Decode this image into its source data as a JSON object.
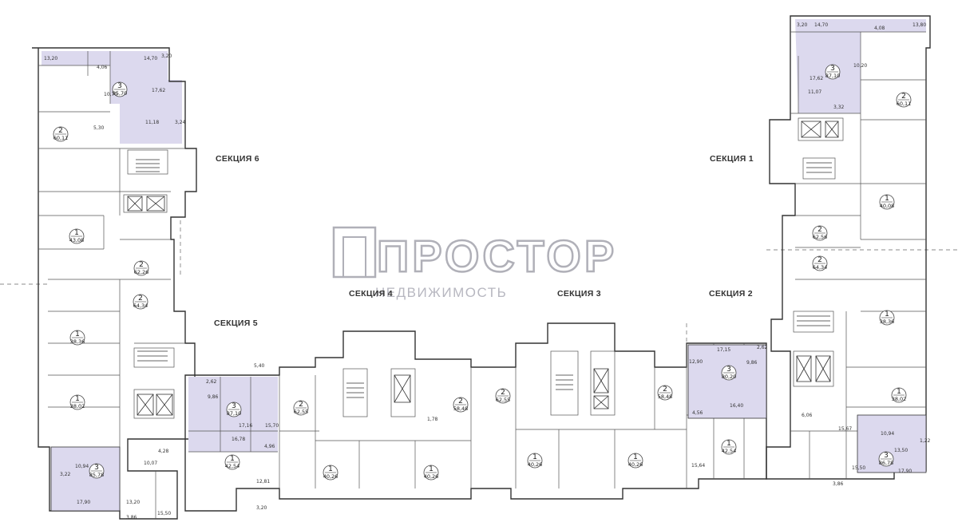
{
  "sections": [
    {
      "id": "s6",
      "label": "СЕКЦИЯ 6"
    },
    {
      "id": "s1",
      "label": "СЕКЦИЯ 1"
    },
    {
      "id": "s4",
      "label": "СЕКЦИЯ 4"
    },
    {
      "id": "s3",
      "label": "СЕКЦИЯ 3"
    },
    {
      "id": "s2",
      "label": "СЕКЦИЯ 2"
    },
    {
      "id": "s5",
      "label": "СЕКЦИЯ 5"
    }
  ],
  "watermark": {
    "title": "ПРОСТОР",
    "subtitle": "НЕДВИЖИМОСТЬ"
  },
  "apartments": [
    {
      "id": "a1",
      "rooms": "3",
      "area": "85,70",
      "highlight": true
    },
    {
      "id": "a2",
      "rooms": "2",
      "area": "60,11",
      "highlight": false
    },
    {
      "id": "a3",
      "rooms": "1",
      "area": "43,08",
      "highlight": false
    },
    {
      "id": "a4",
      "rooms": "2",
      "area": "62,26",
      "highlight": false
    },
    {
      "id": "a5",
      "rooms": "2",
      "area": "64,34",
      "highlight": false
    },
    {
      "id": "a6",
      "rooms": "1",
      "area": "38,36",
      "highlight": false
    },
    {
      "id": "a7",
      "rooms": "1",
      "area": "38,02",
      "highlight": false
    },
    {
      "id": "a8",
      "rooms": "3",
      "area": "85,78",
      "highlight": true
    },
    {
      "id": "a9",
      "rooms": "3",
      "area": "87,10",
      "highlight": true
    },
    {
      "id": "a10",
      "rooms": "1",
      "area": "42,54",
      "highlight": false
    },
    {
      "id": "a11",
      "rooms": "2",
      "area": "62,55",
      "highlight": false
    },
    {
      "id": "a12",
      "rooms": "2",
      "area": "58,48",
      "highlight": false
    },
    {
      "id": "a13",
      "rooms": "1",
      "area": "40,26",
      "highlight": false
    },
    {
      "id": "a14",
      "rooms": "1",
      "area": "40,26",
      "highlight": false
    },
    {
      "id": "a15",
      "rooms": "2",
      "area": "62,55",
      "highlight": false
    },
    {
      "id": "a16",
      "rooms": "2",
      "area": "58,48",
      "highlight": false
    },
    {
      "id": "a17",
      "rooms": "1",
      "area": "40,26",
      "highlight": false
    },
    {
      "id": "a18",
      "rooms": "1",
      "area": "40,26",
      "highlight": false
    },
    {
      "id": "a19",
      "rooms": "3",
      "area": "80,20",
      "highlight": true
    },
    {
      "id": "a20",
      "rooms": "1",
      "area": "42,54",
      "highlight": false
    },
    {
      "id": "a21",
      "rooms": "3",
      "area": "86,78",
      "highlight": true
    },
    {
      "id": "a22",
      "rooms": "1",
      "area": "38,02",
      "highlight": false
    },
    {
      "id": "a23",
      "rooms": "1",
      "area": "38,36",
      "highlight": false
    },
    {
      "id": "a24",
      "rooms": "2",
      "area": "64,34",
      "highlight": false
    },
    {
      "id": "a25",
      "rooms": "2",
      "area": "62,56",
      "highlight": false
    },
    {
      "id": "a26",
      "rooms": "1",
      "area": "40,08",
      "highlight": false
    },
    {
      "id": "a27",
      "rooms": "2",
      "area": "60,11",
      "highlight": false
    },
    {
      "id": "a28",
      "rooms": "3",
      "area": "87,10",
      "highlight": true
    }
  ],
  "room_labels": [
    {
      "id": "r1",
      "text": "13,20"
    },
    {
      "id": "r2",
      "text": "14,70"
    },
    {
      "id": "r3",
      "text": "4,06"
    },
    {
      "id": "r4",
      "text": "3,20"
    },
    {
      "id": "r5",
      "text": "10,70"
    },
    {
      "id": "r6",
      "text": "17,62"
    },
    {
      "id": "r7",
      "text": "5,30"
    },
    {
      "id": "r8",
      "text": "11,18"
    },
    {
      "id": "r9",
      "text": "3,24"
    },
    {
      "id": "r10",
      "text": "10,07"
    },
    {
      "id": "r11",
      "text": "4,28"
    },
    {
      "id": "r12",
      "text": "3,22"
    },
    {
      "id": "r13",
      "text": "10,94"
    },
    {
      "id": "r14",
      "text": "17,90"
    },
    {
      "id": "r15",
      "text": "13,20"
    },
    {
      "id": "r16",
      "text": "3,86"
    },
    {
      "id": "r17",
      "text": "15,50"
    },
    {
      "id": "r18",
      "text": "2,62"
    },
    {
      "id": "r19",
      "text": "5,40"
    },
    {
      "id": "r20",
      "text": "9,86"
    },
    {
      "id": "r21",
      "text": "17,16"
    },
    {
      "id": "r22",
      "text": "15,70"
    },
    {
      "id": "r23",
      "text": "16,78"
    },
    {
      "id": "r24",
      "text": "4,96"
    },
    {
      "id": "r25",
      "text": "12,81"
    },
    {
      "id": "r26",
      "text": "3,20"
    },
    {
      "id": "r27",
      "text": "12,90"
    },
    {
      "id": "r28",
      "text": "17,15"
    },
    {
      "id": "r29",
      "text": "2,62"
    },
    {
      "id": "r30",
      "text": "9,86"
    },
    {
      "id": "r31",
      "text": "16,40"
    },
    {
      "id": "r32",
      "text": "4,56"
    },
    {
      "id": "r33",
      "text": "15,64"
    },
    {
      "id": "r34",
      "text": "6,06"
    },
    {
      "id": "r35",
      "text": "15,67"
    },
    {
      "id": "r36",
      "text": "10,94"
    },
    {
      "id": "r37",
      "text": "1,22"
    },
    {
      "id": "r38",
      "text": "13,50"
    },
    {
      "id": "r39",
      "text": "15,50"
    },
    {
      "id": "r40",
      "text": "3,86"
    },
    {
      "id": "r41",
      "text": "17,90"
    },
    {
      "id": "r42",
      "text": "3,20"
    },
    {
      "id": "r43",
      "text": "14,70"
    },
    {
      "id": "r44",
      "text": "4,08"
    },
    {
      "id": "r45",
      "text": "13,80"
    },
    {
      "id": "r46",
      "text": "17,62"
    },
    {
      "id": "r47",
      "text": "10,20"
    },
    {
      "id": "r48",
      "text": "11,07"
    },
    {
      "id": "r49",
      "text": "3,32"
    },
    {
      "id": "r50",
      "text": "1,78"
    }
  ]
}
